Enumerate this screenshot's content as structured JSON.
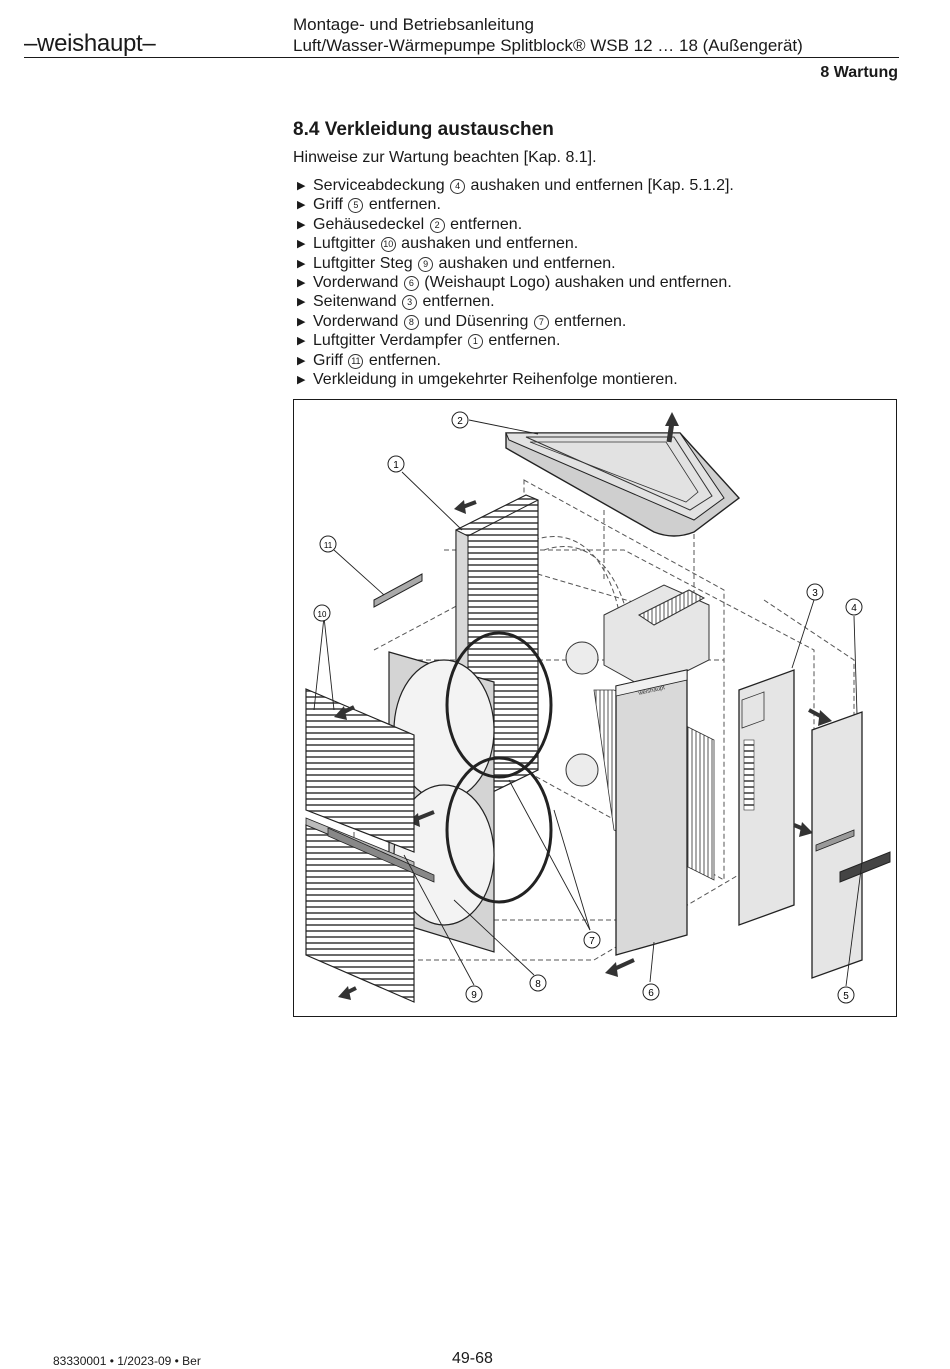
{
  "header": {
    "logo": "–weishaupt–",
    "line1": "Montage- und Betriebsanleitung",
    "line2": "Luft/Wasser-Wärmepumpe Splitblock® WSB 12 … 18 (Außengerät)",
    "section": "8 Wartung"
  },
  "section": {
    "title": "8.4 Verkleidung austauschen",
    "intro": "Hinweise zur Wartung beachten [Kap. 8.1]."
  },
  "steps": [
    {
      "pre": "Serviceabdeckung",
      "num": "4",
      "post": "aushaken und entfernen [Kap. 5.1.2]."
    },
    {
      "pre": "Griff",
      "num": "5",
      "post": "entfernen."
    },
    {
      "pre": "Gehäusedeckel",
      "num": "2",
      "post": "entfernen."
    },
    {
      "pre": "Luftgitter",
      "num": "10",
      "post": "aushaken und entfernen."
    },
    {
      "pre": "Luftgitter Steg",
      "num": "9",
      "post": "aushaken und entfernen."
    },
    {
      "pre": "Vorderwand",
      "num": "6",
      "post": "(Weishaupt Logo) aushaken und entfernen."
    },
    {
      "pre": "Seitenwand",
      "num": "3",
      "post": "entfernen."
    },
    {
      "pre": "Vorderwand",
      "num": "8",
      "post": "und Düsenring",
      "num2": "7",
      "post2": "entfernen."
    },
    {
      "pre": "Luftgitter Verdampfer",
      "num": "1",
      "post": "entfernen."
    },
    {
      "pre": "Griff",
      "num": "11",
      "post": "entfernen."
    },
    {
      "pre": "Verkleidung in umgekehrter Reihenfolge montieren.",
      "num": "",
      "post": ""
    }
  ],
  "figure": {
    "callouts": [
      "1",
      "2",
      "3",
      "4",
      "5",
      "6",
      "7",
      "8",
      "9",
      "10",
      "11"
    ],
    "logo_text": "weishaupt"
  },
  "footer": {
    "doc": "83330001 • 1/2023-09 • Ber",
    "page": "49-68"
  }
}
